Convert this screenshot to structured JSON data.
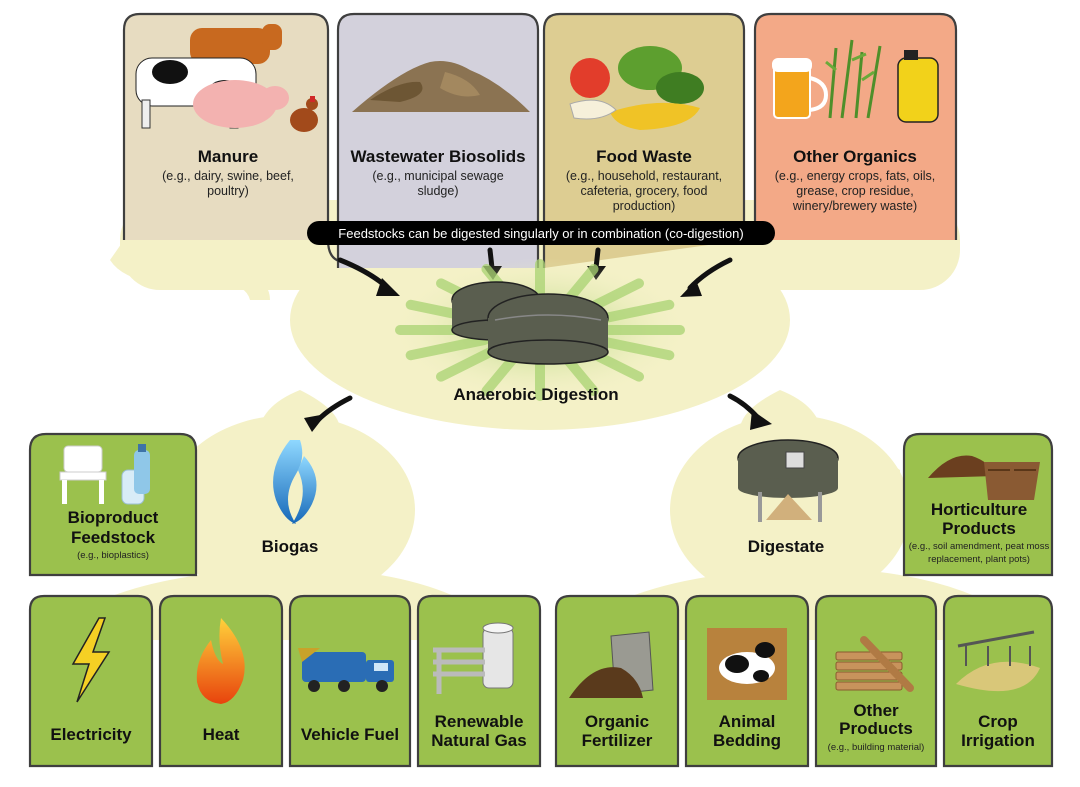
{
  "feedstocks": {
    "manure": {
      "title": "Manure",
      "sub": [
        "(e.g., dairy, swine, beef,",
        "poultry)"
      ]
    },
    "wastewater": {
      "title": "Wastewater Biosolids",
      "sub": [
        "(e.g., municipal sewage",
        "sludge)"
      ]
    },
    "food": {
      "title": "Food Waste",
      "sub": [
        "(e.g., household, restaurant,",
        "cafeteria, grocery, food",
        "production)"
      ]
    },
    "other": {
      "title": "Other Organics",
      "sub": [
        "(e.g., energy crops, fats, oils,",
        "grease, crop residue,",
        "winery/brewery waste)"
      ]
    }
  },
  "banner": "Feedstocks can be digested singularly or in combination (co-digestion)",
  "center": {
    "label": "Anaerobic Digestion"
  },
  "biogas": {
    "label": "Biogas",
    "side": {
      "title": [
        "Bioproduct",
        "Feedstock"
      ],
      "sub": "(e.g., bioplastics)"
    },
    "outputs": [
      {
        "label": [
          "Electricity"
        ],
        "icon": "lightning-icon"
      },
      {
        "label": [
          "Heat"
        ],
        "icon": "flame-icon"
      },
      {
        "label": [
          "Vehicle Fuel"
        ],
        "icon": "garbage-truck-icon"
      },
      {
        "label": [
          "Renewable",
          "Natural Gas"
        ],
        "icon": "gas-pipeline-icon"
      }
    ]
  },
  "digestate": {
    "label": "Digestate",
    "side": {
      "title": [
        "Horticulture",
        "Products"
      ],
      "sub": [
        "(e.g., soil amendment, peat moss",
        "replacement, plant pots)"
      ]
    },
    "outputs": [
      {
        "label": [
          "Organic",
          "Fertilizer"
        ],
        "icon": "fertilizer-bag-icon"
      },
      {
        "label": [
          "Animal",
          "Bedding"
        ],
        "icon": "calf-photo-icon"
      },
      {
        "label": [
          "Other",
          "Products"
        ],
        "sub": "(e.g., building material)",
        "icon": "lumber-icon"
      },
      {
        "label": [
          "Crop",
          "Irrigation"
        ],
        "icon": "irrigation-pivot-icon"
      }
    ]
  },
  "colors": {
    "cream": "#f4f1c7",
    "manure_panel": "#e7dcc1",
    "wastewater_panel": "#d3d1dc",
    "food_panel": "#ddcd92",
    "other_panel": "#f3a987",
    "green_panel": "#9bc14d",
    "digester": "#5a5e4f",
    "banner": "#000000"
  }
}
